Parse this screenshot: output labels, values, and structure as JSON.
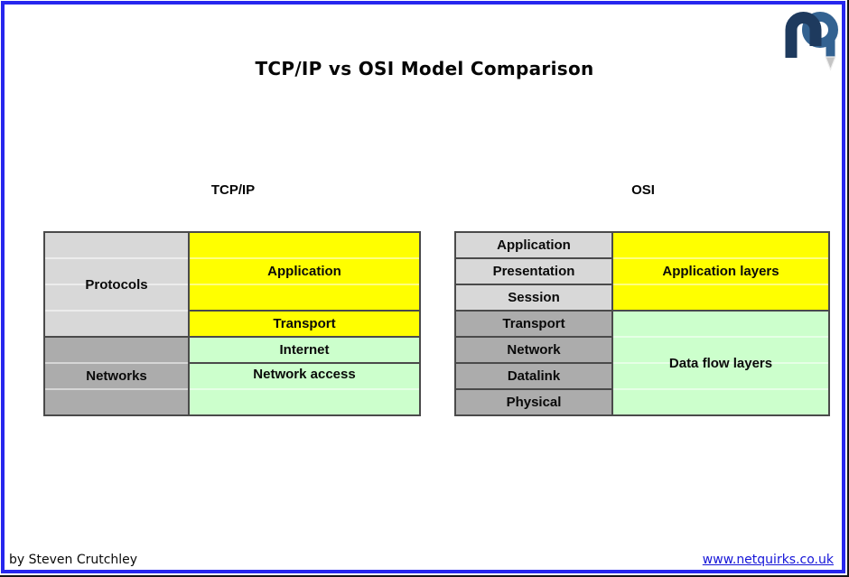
{
  "title": "TCP/IP vs OSI Model Comparison",
  "colors": {
    "frame_blue": "#2626ee",
    "cell_yellow": "#ffff00",
    "cell_green": "#ccffcc",
    "cell_gray_light": "#d8d8d8",
    "cell_gray_dark": "#acacac",
    "grid_border": "#4a4a4a",
    "link_blue": "#1414d8",
    "logo_navy": "#1e3a5e",
    "logo_steel_blue": "#336291"
  },
  "tcpip": {
    "header": "TCP/IP",
    "groups": [
      {
        "label": "Protocols",
        "rows": 4,
        "shade": "light-gray"
      },
      {
        "label": "Networks",
        "rows": 3,
        "shade": "dark-gray"
      }
    ],
    "layers": [
      {
        "label": "Application",
        "rows": 3,
        "fill": "yellow"
      },
      {
        "label": "Transport",
        "rows": 1,
        "fill": "yellow"
      },
      {
        "label": "Internet",
        "rows": 1,
        "fill": "green"
      },
      {
        "label": "Network access",
        "rows": 2,
        "fill": "green"
      }
    ]
  },
  "osi": {
    "header": "OSI",
    "layers": [
      {
        "label": "Application",
        "shade": "light-gray"
      },
      {
        "label": "Presentation",
        "shade": "light-gray"
      },
      {
        "label": "Session",
        "shade": "light-gray"
      },
      {
        "label": "Transport",
        "shade": "dark-gray"
      },
      {
        "label": "Network",
        "shade": "dark-gray"
      },
      {
        "label": "Datalink",
        "shade": "dark-gray"
      },
      {
        "label": "Physical",
        "shade": "dark-gray"
      }
    ],
    "groups": [
      {
        "label": "Application layers",
        "rows": 3,
        "fill": "yellow"
      },
      {
        "label": "Data flow layers",
        "rows": 4,
        "fill": "green"
      }
    ]
  },
  "footer": {
    "author": "by Steven Crutchley",
    "website": "www.netquirks.co.uk"
  },
  "logo": {
    "name": "netquirks"
  }
}
